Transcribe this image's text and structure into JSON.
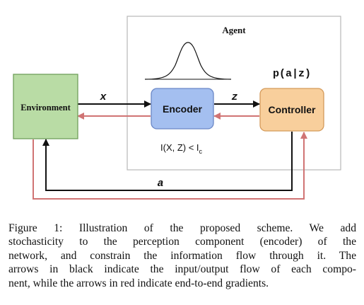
{
  "diagram": {
    "agent_label": "Agent",
    "environment_label": "Environment",
    "encoder_label": "Encoder",
    "controller_label": "Controller",
    "x_label": "x",
    "z_label": "z",
    "a_label": "a",
    "policy_label": "p(a|z)",
    "constraint_main": "I(X, Z) < I",
    "constraint_sub": "c",
    "colors": {
      "environment_fill": "#b9dca5",
      "environment_stroke": "#6f9e5a",
      "encoder_fill": "#a4bff0",
      "encoder_stroke": "#6a87c6",
      "controller_fill": "#f8cf9c",
      "controller_stroke": "#d49a5a",
      "flow_arrow": "#111111",
      "gradient_arrow": "#d07474",
      "agent_box": "#b8b8b8"
    }
  },
  "caption": {
    "lines": [
      "Figure 1: Illustration of the proposed scheme.  We add",
      "stochasticity to the perception component (encoder) of the",
      "network, and constrain the information flow through it. The",
      "arrows in black indicate the input/output flow of each compo-",
      "nent, while the arrows in red indicate end-to-end gradients."
    ]
  }
}
